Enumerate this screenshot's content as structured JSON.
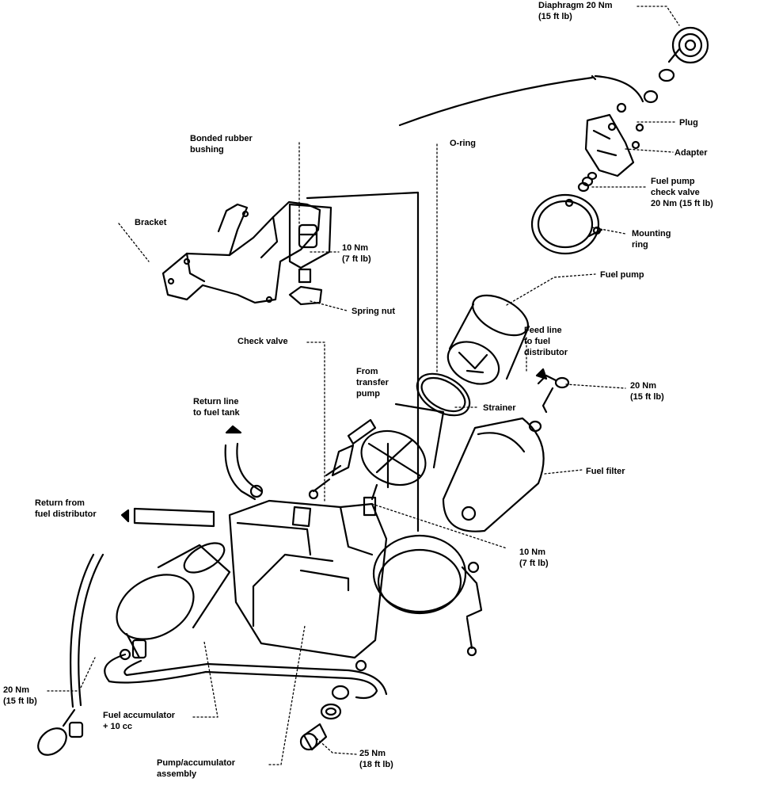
{
  "diagram": {
    "labels": [
      {
        "id": "diaphragm",
        "lines": [
          "Diaphragm 20 Nm",
          "(15 ft lb)"
        ]
      },
      {
        "id": "plug",
        "lines": [
          "Plug"
        ]
      },
      {
        "id": "adapter",
        "lines": [
          "Adapter"
        ]
      },
      {
        "id": "check-valve-pump",
        "lines": [
          "Fuel pump",
          "check valve",
          "20 Nm (15 ft lb)"
        ]
      },
      {
        "id": "mounting-ring",
        "lines": [
          "Mounting",
          "ring"
        ]
      },
      {
        "id": "fuel-pump",
        "lines": [
          "Fuel pump"
        ]
      },
      {
        "id": "bonded-bushing",
        "lines": [
          "Bonded rubber",
          "bushing"
        ]
      },
      {
        "id": "o-ring",
        "lines": [
          "O-ring"
        ]
      },
      {
        "id": "bracket",
        "lines": [
          "Bracket"
        ]
      },
      {
        "id": "torque-10-top",
        "lines": [
          "10 Nm",
          "(7 ft lb)"
        ]
      },
      {
        "id": "spring-nut",
        "lines": [
          "Spring nut"
        ]
      },
      {
        "id": "check-valve",
        "lines": [
          "Check valve"
        ]
      },
      {
        "id": "feed-line",
        "lines": [
          "Feed line",
          "to fuel",
          "distributor"
        ]
      },
      {
        "id": "from-transfer",
        "lines": [
          "From",
          "transfer",
          "pump"
        ]
      },
      {
        "id": "torque-20-right",
        "lines": [
          "20 Nm",
          "(15 ft lb)"
        ]
      },
      {
        "id": "strainer",
        "lines": [
          "Strainer"
        ]
      },
      {
        "id": "return-tank",
        "lines": [
          "Return line",
          "to fuel tank"
        ]
      },
      {
        "id": "fuel-filter",
        "lines": [
          "Fuel filter"
        ]
      },
      {
        "id": "return-distributor",
        "lines": [
          "Return from",
          "fuel distributor"
        ]
      },
      {
        "id": "torque-10-mid",
        "lines": [
          "10 Nm",
          "(7 ft lb)"
        ]
      },
      {
        "id": "torque-20-left",
        "lines": [
          "20 Nm",
          "(15 ft lb)"
        ]
      },
      {
        "id": "accumulator",
        "lines": [
          "Fuel accumulator",
          "+ 10 cc"
        ]
      },
      {
        "id": "torque-25",
        "lines": [
          "25 Nm",
          "(18 ft lb)"
        ]
      },
      {
        "id": "pump-assembly",
        "lines": [
          "Pump/accumulator",
          "assembly"
        ]
      }
    ]
  }
}
